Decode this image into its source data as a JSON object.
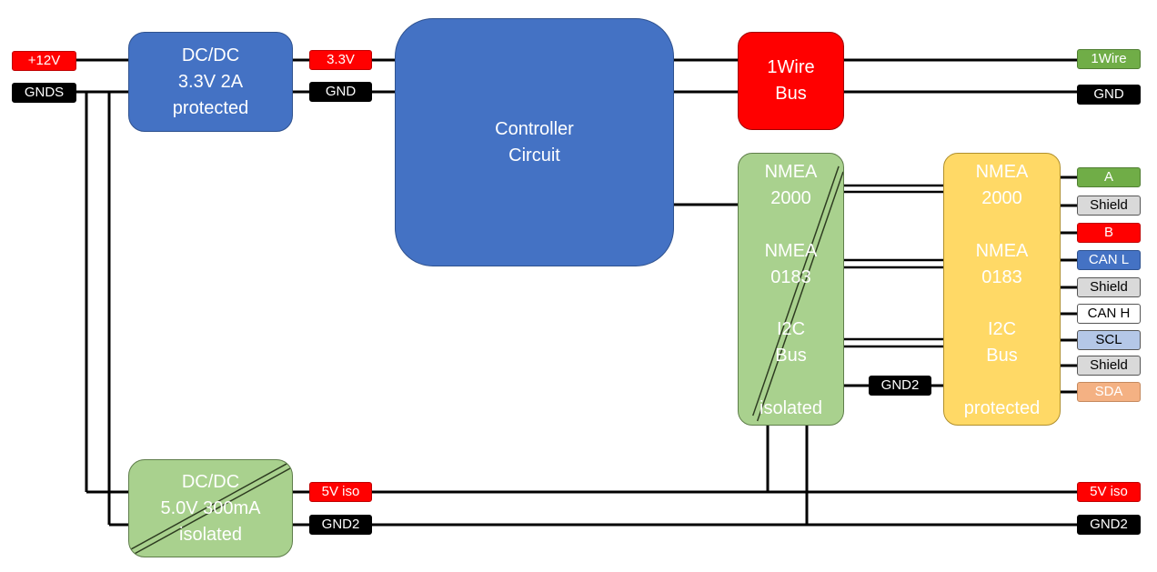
{
  "inputs": {
    "plus12v": "+12V",
    "gnds": "GNDS"
  },
  "dcdc_main": {
    "line1": "DC/DC",
    "line2": "3.3V 2A",
    "line3": "protected"
  },
  "rail_33": {
    "v33": "3.3V",
    "gnd": "GND"
  },
  "controller": {
    "line1": "Controller",
    "line2": "Circuit"
  },
  "onewire": {
    "line1": "1Wire",
    "line2": "Bus"
  },
  "isolated_block": {
    "nmea2000_a": "NMEA",
    "nmea2000_b": "2000",
    "nmea0183_a": "NMEA",
    "nmea0183_b": "0183",
    "i2c_a": "I2C",
    "i2c_b": "Bus",
    "footer": "isolated"
  },
  "protected_block": {
    "nmea2000_a": "NMEA",
    "nmea2000_b": "2000",
    "nmea0183_a": "NMEA",
    "nmea0183_b": "0183",
    "i2c_a": "I2C",
    "i2c_b": "Bus",
    "footer": "protected"
  },
  "gnd2_mid": "GND2",
  "dcdc_iso": {
    "line1": "DC/DC",
    "line2": "5.0V 300mA",
    "line3": "isolated"
  },
  "iso_rail": {
    "v5iso": "5V iso",
    "gnd2": "GND2"
  },
  "outputs": {
    "onewire": "1Wire",
    "gnd": "GND",
    "a": "A",
    "shield1": "Shield",
    "b": "B",
    "canl": "CAN L",
    "shield2": "Shield",
    "canh": "CAN H",
    "scl": "SCL",
    "shield3": "Shield",
    "sda": "SDA",
    "v5iso": "5V iso",
    "gnd2": "GND2"
  },
  "colors": {
    "blue_block": "#4472c4",
    "red_block": "#ff0000",
    "green_block": "#a9d18e",
    "yellow_block": "#ffd966"
  }
}
